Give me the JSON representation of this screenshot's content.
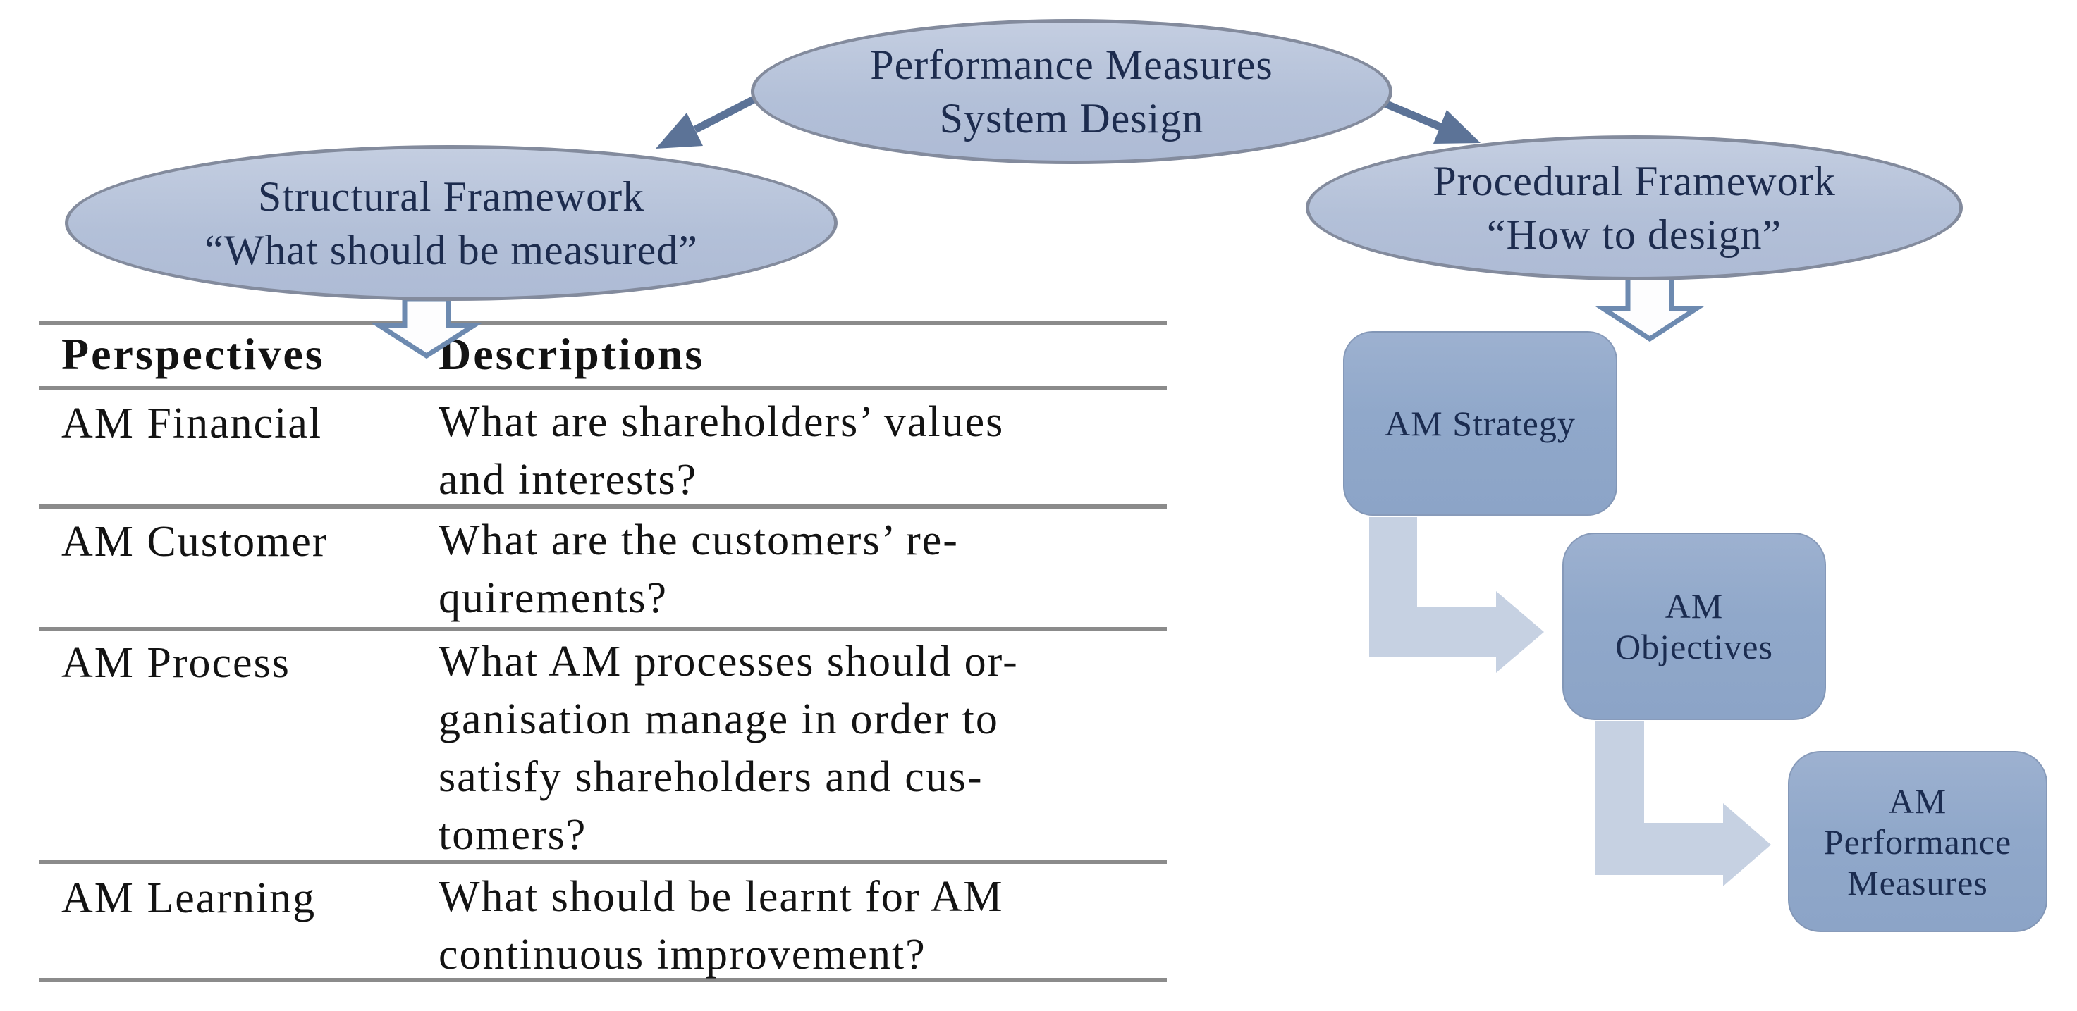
{
  "figure": {
    "title_node": {
      "line1": "Performance Measures",
      "line2": "System Design"
    },
    "structural_node": {
      "line1": "Structural Framework",
      "line2": "“What should be measured”"
    },
    "procedural_node": {
      "line1": "Procedural Framework",
      "line2": "“How to design”"
    },
    "flow_nodes": [
      {
        "label": "AM Strategy"
      },
      {
        "label": "AM\nObjectives"
      },
      {
        "label": "AM\nPerformance\nMeasures"
      }
    ]
  },
  "table": {
    "headers": [
      "Perspectives",
      "Descriptions"
    ],
    "rows": [
      {
        "perspective": "AM Financial",
        "description": "What are shareholders’ values\nand interests?"
      },
      {
        "perspective": "AM Customer",
        "description": "What are the customers’ re-\nquirements?"
      },
      {
        "perspective": "AM Process",
        "description": "What AM processes should or-\nganisation manage in order to\nsatisfy shareholders and cus-\ntomers?"
      },
      {
        "perspective": "AM Learning",
        "description": "What should be learnt for AM\ncontinuous improvement?"
      }
    ]
  },
  "colors": {
    "ellipse_fill": "#b3c0d8",
    "ellipse_border": "#838b9d",
    "box_fill": "#90a8ca",
    "elbow_arrow_fill": "#c6d1e2",
    "hollow_arrow_border": "#6d8ab0",
    "connector_arrow": "#5c7397",
    "table_rule": "#8b8b8b",
    "diagram_text": "#1d2c4e",
    "table_text": "#131313"
  }
}
